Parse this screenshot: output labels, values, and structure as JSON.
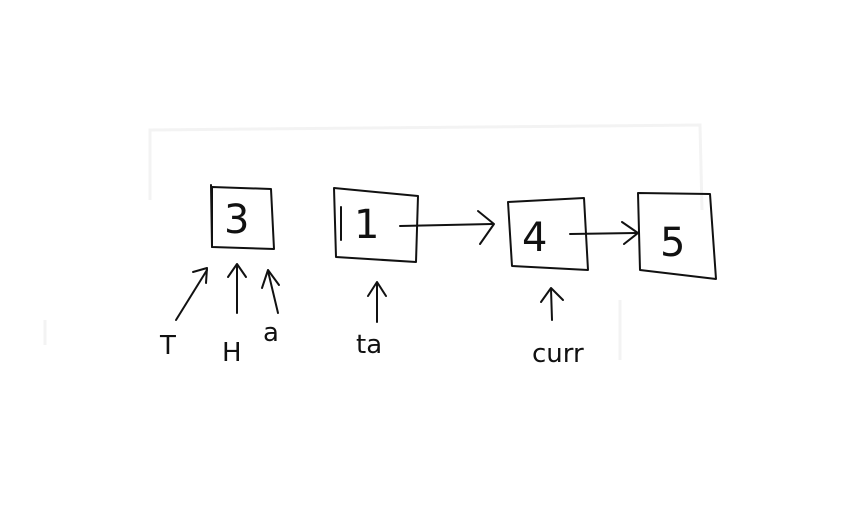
{
  "diagram": {
    "nodes": [
      {
        "id": "n3",
        "value": "3"
      },
      {
        "id": "n1",
        "value": "1"
      },
      {
        "id": "n4",
        "value": "4"
      },
      {
        "id": "n5",
        "value": "5"
      }
    ],
    "labels": [
      {
        "id": "T",
        "text": "T"
      },
      {
        "id": "H",
        "text": "H"
      },
      {
        "id": "a",
        "text": "a"
      },
      {
        "id": "ta",
        "text": "ta"
      },
      {
        "id": "curr",
        "text": "curr"
      }
    ],
    "colors": {
      "ink": "#111111",
      "background": "#ffffff"
    }
  }
}
